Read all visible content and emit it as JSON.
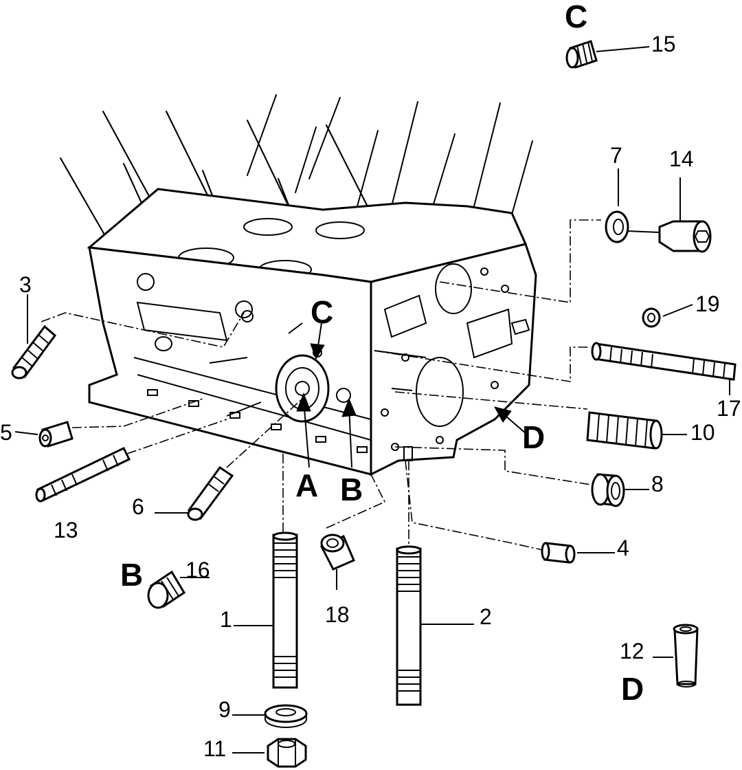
{
  "title": "",
  "labels": {
    "n1": "1",
    "n2": "2",
    "n3": "3",
    "n4": "4",
    "n5": "5",
    "n6": "6",
    "n7": "7",
    "n8": "8",
    "n9": "9",
    "n10": "10",
    "n11": "11",
    "n12": "12",
    "n13": "13",
    "n14": "14",
    "n15": "15",
    "n16": "16",
    "n17": "17",
    "n18": "18",
    "n19": "19"
  },
  "letters": {
    "a": "A",
    "b_block": "B",
    "b_detail": "B",
    "c_block": "C",
    "c_detail": "C",
    "d_block": "D",
    "d_detail": "D"
  }
}
